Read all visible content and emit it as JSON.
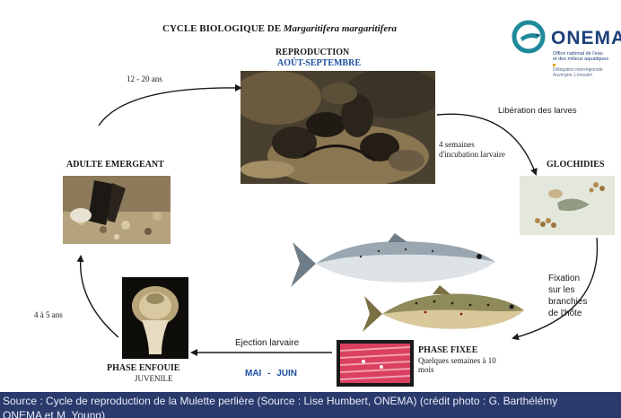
{
  "title_prefix": "CYCLE BIOLOGIQUE DE ",
  "title_species": "Margaritifera margaritifera",
  "logo": {
    "name": "ONEMA",
    "line1": "Office national de l'eau",
    "line2": "et des milieux aquatiques",
    "line3": "Délégation interrégionale",
    "line4": "Auvergne, Limousin",
    "colors": {
      "teal": "#1f8a9a",
      "navy": "#1d3f7a"
    }
  },
  "stages": {
    "reproduction": "REPRODUCTION",
    "reproduction_period": "AOÛT-SEPTEMBRE",
    "glochidies": "GLOCHIDIES",
    "phase_fixee": "PHASE FIXEE",
    "phase_fixee_duration_1": "Quelques semaines à 10",
    "phase_fixee_duration_2": "mois",
    "phase_enfouie": "PHASE ENFOUIE",
    "juvenile": "JUVENILE",
    "adulte_emergeant": "ADULTE EMERGEANT"
  },
  "transitions": {
    "adult_to_repro": "12 - 20 ans",
    "liberation": "Libération des larves",
    "incubation_1": "4 semaines",
    "incubation_2": "d'incubation larvaire",
    "fixation_1": "Fixation",
    "fixation_2": "sur les",
    "fixation_3": "branchies",
    "fixation_4": "de l'hôte",
    "ejection": "Ejection larvaire",
    "ejection_period": "MAI - JUIN",
    "juvenile_to_adult": "4 à 5 ans"
  },
  "footer": {
    "line1": "Source : Cycle de reproduction de la Mulette perlière (Source : Lise Humbert, ONEMA) (crédit photo : G. Barthélémy",
    "line2": "ONEMA et M. Young)"
  },
  "colors": {
    "period_blue": "#1d4fa0",
    "text": "#1a1a1a",
    "footer_bg": "#2a3a6c"
  }
}
